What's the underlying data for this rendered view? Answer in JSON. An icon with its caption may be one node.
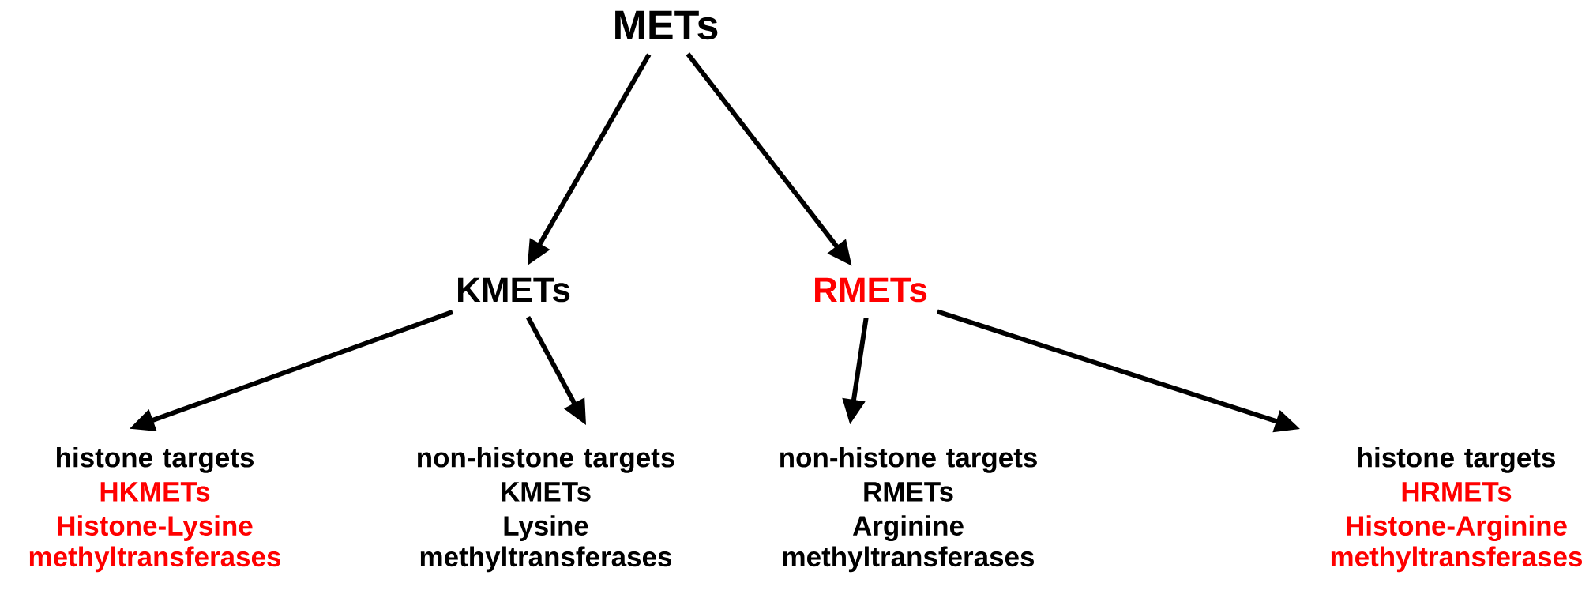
{
  "diagram": {
    "nodes": [
      {
        "text": [
          "METs"
        ]
      },
      {
        "text": [
          "KMETs"
        ]
      },
      {
        "text": [
          "RMETs"
        ]
      },
      {
        "text": [
          "histone targets",
          "HKMETs",
          "Histone-Lysine methyltransferases"
        ]
      },
      {
        "text": [
          "non-histone targets",
          "KMETs",
          "Lysine methyltransferases"
        ]
      },
      {
        "text": [
          "non-histone targets",
          "RMETs",
          "Arginine methyltransferases"
        ]
      },
      {
        "text": [
          "histone targets",
          "HRMETs",
          "Histone-Arginine methyltransferases"
        ]
      }
    ],
    "edges": [
      {
        "from": 0,
        "to": 1,
        "arrow": "to"
      },
      {
        "from": 0,
        "to": 2,
        "arrow": "to"
      },
      {
        "from": 1,
        "to": 3,
        "arrow": "to"
      },
      {
        "from": 1,
        "to": 4,
        "arrow": "to"
      },
      {
        "from": 2,
        "to": 5,
        "arrow": "to"
      },
      {
        "from": 2,
        "to": 6,
        "arrow": "to"
      }
    ]
  }
}
